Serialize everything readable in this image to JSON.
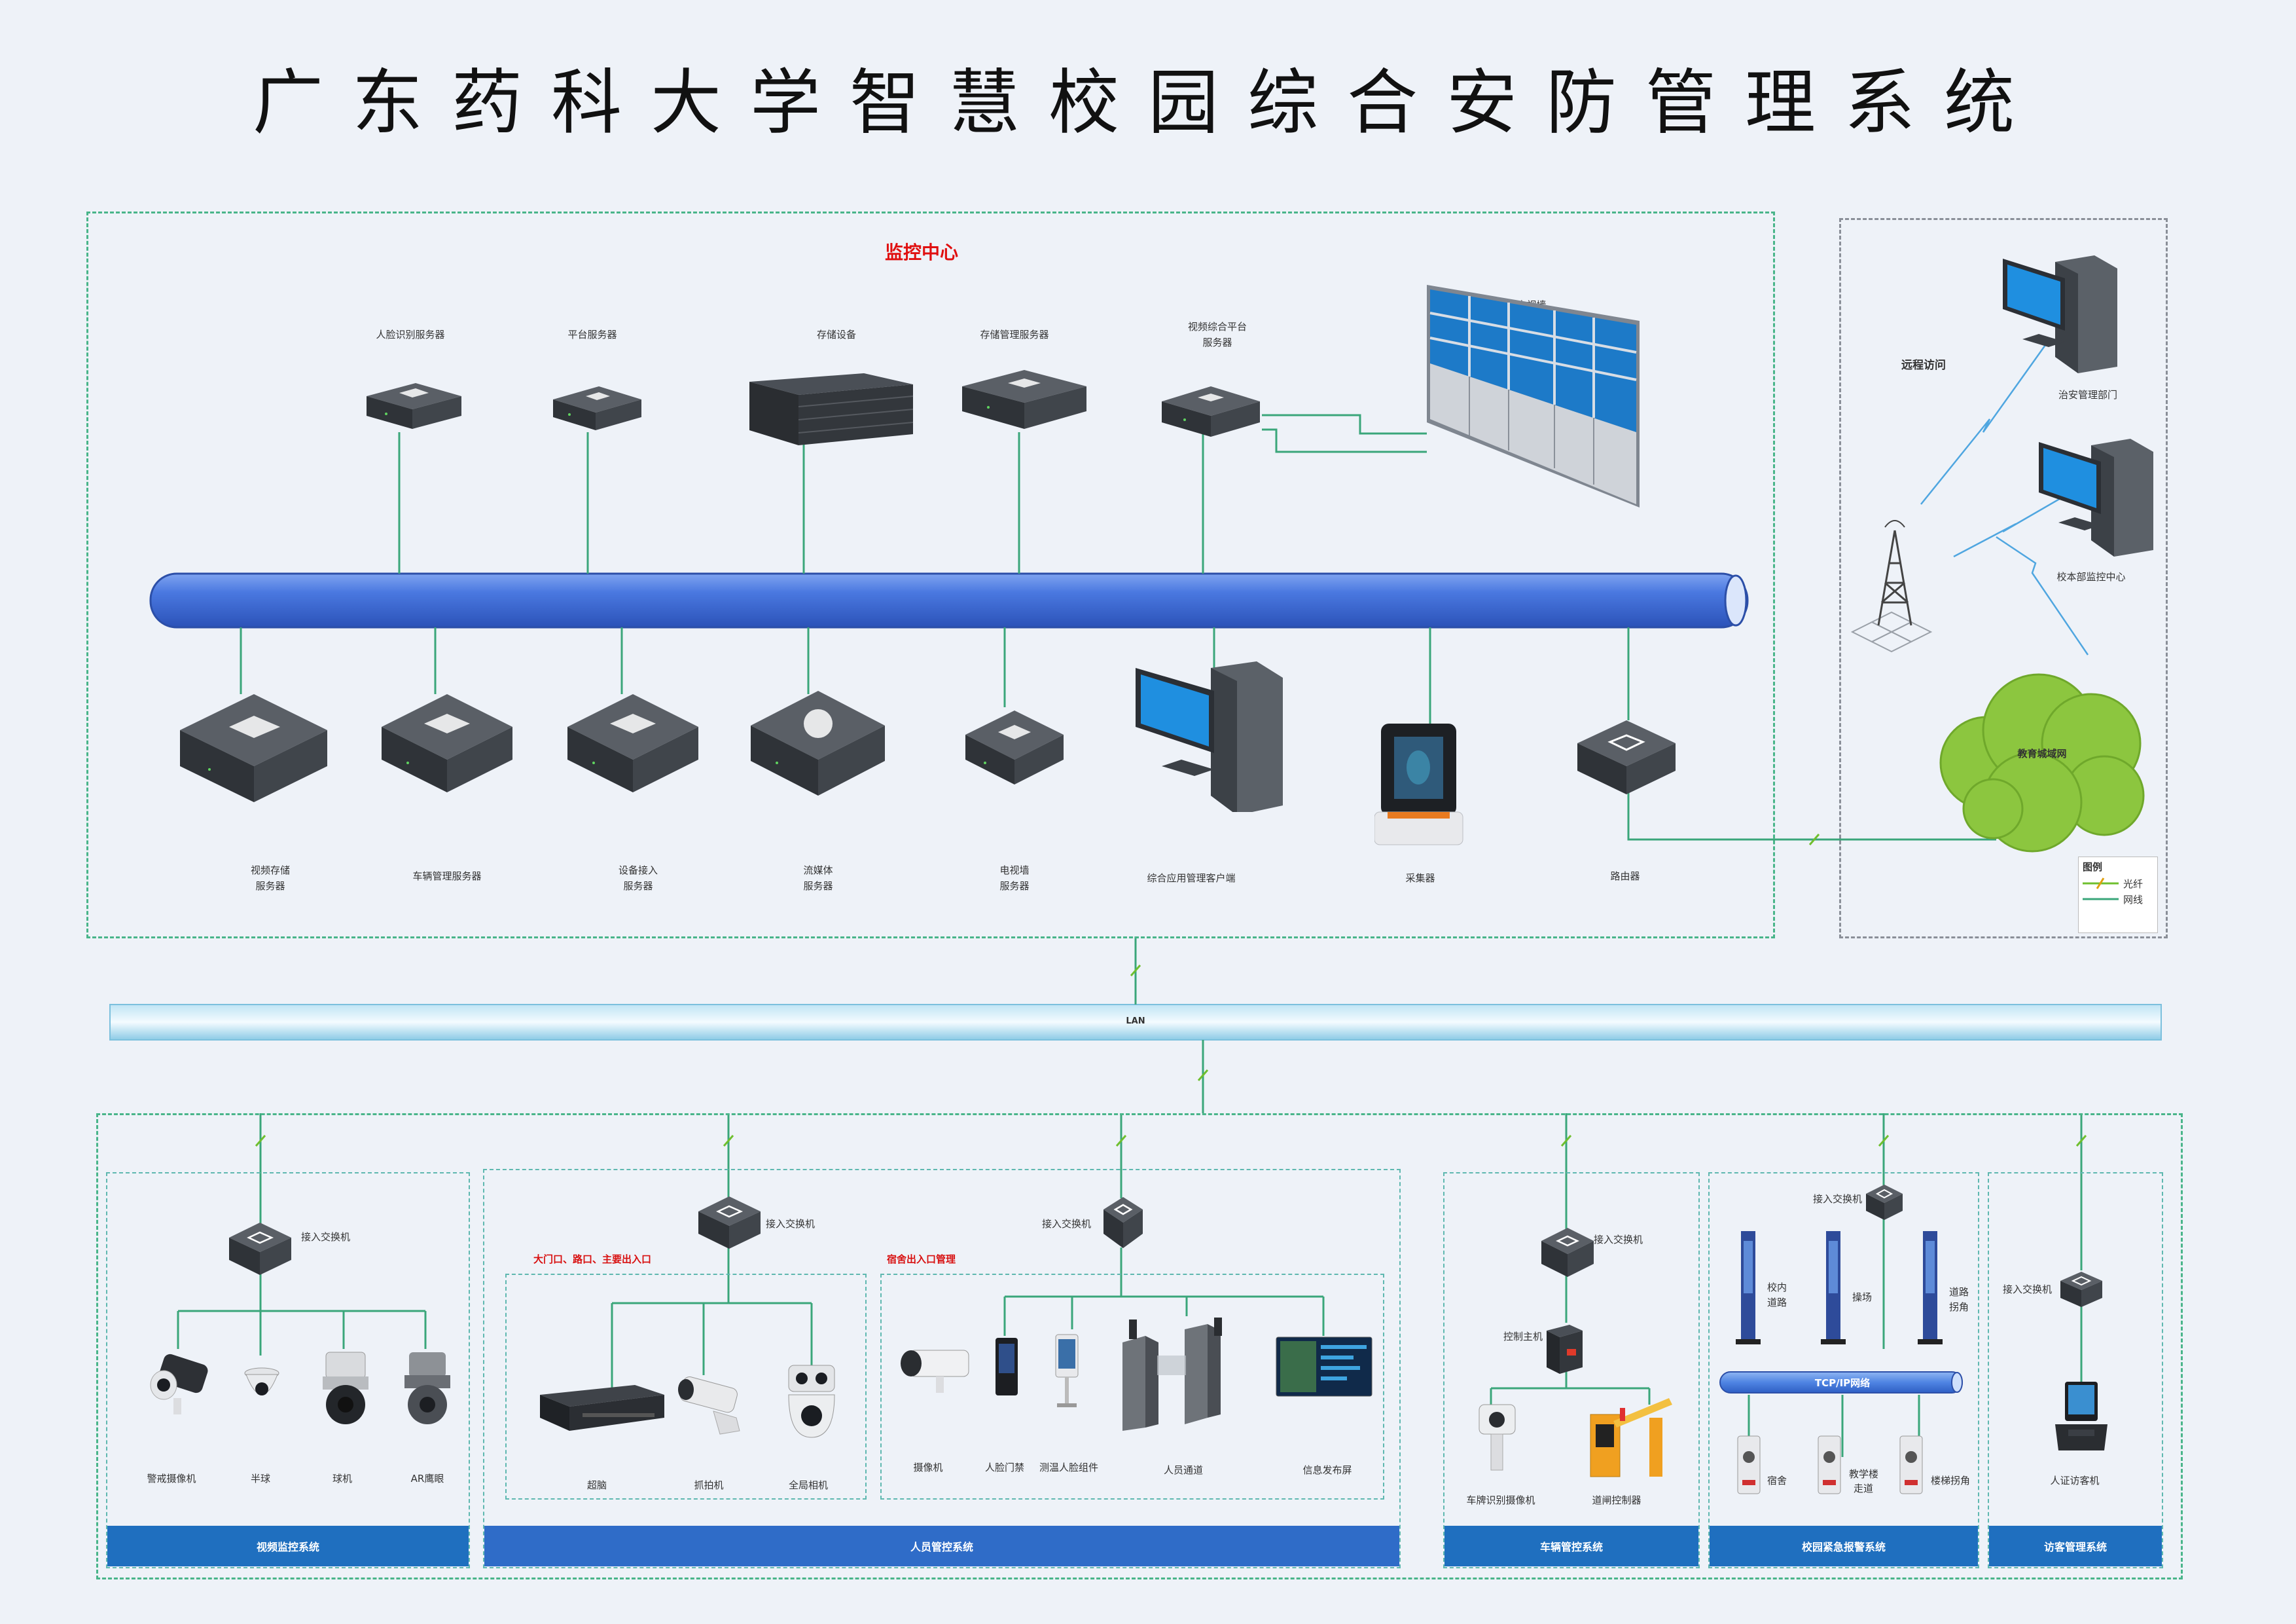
{
  "title": "广东药科大学智慧校园综合安防管理系统",
  "monitor_center": {
    "title": "监控中心",
    "top_devices": [
      "人脸识别服务器",
      "平台服务器",
      "存储设备",
      "存储管理服务器",
      "视频综合平台",
      "服务器",
      "电视墙"
    ],
    "bottom_devices": [
      "视频存储",
      "服务器",
      "车辆管理服务器",
      "设备接入",
      "服务器",
      "流媒体",
      "服务器",
      "电视墙",
      "服务器",
      "综合应用管理客户端",
      "采集器",
      "路由器"
    ]
  },
  "remote": {
    "title": "远程访问",
    "dept1": "治安管理部门",
    "dept2": "校本部监控中心",
    "network": "教育城域网",
    "legend_title": "图例",
    "legend_fiber": "光纤",
    "legend_net": "网线"
  },
  "lan_label": "LAN",
  "switch_label": "接入交换机",
  "video": {
    "devices": [
      "警戒摄像机",
      "半球",
      "球机",
      "AR鹰眼"
    ],
    "bar": "视频监控系统"
  },
  "people": {
    "group1_title": "大门口、路口、主要出入口",
    "group1_devices": [
      "超脑",
      "抓拍机",
      "全局相机"
    ],
    "group2_title": "宿舍出入口管理",
    "group2_devices": [
      "摄像机",
      "人脸门禁",
      "测温人脸组件",
      "人员通道",
      "信息发布屏"
    ],
    "bar": "人员管控系统"
  },
  "vehicle": {
    "host": "控制主机",
    "devices": [
      "车牌识别摄像机",
      "道闸控制器"
    ],
    "bar": "车辆管控系统"
  },
  "alarm": {
    "columns": [
      "校内",
      "道路",
      "操场",
      "道路",
      "拐角"
    ],
    "network": "TCP/IP网络",
    "boxes": [
      "宿舍",
      "教学楼",
      "走道",
      "楼梯拐角"
    ],
    "bar": "校园紧急报警系统"
  },
  "visitor": {
    "device": "人证访客机",
    "bar": "访客管理系统"
  },
  "colors": {
    "pipe": "#3f6fd8",
    "bar": "#1f6fbf",
    "zone": "#49b58a",
    "line": "#3aa67a"
  }
}
